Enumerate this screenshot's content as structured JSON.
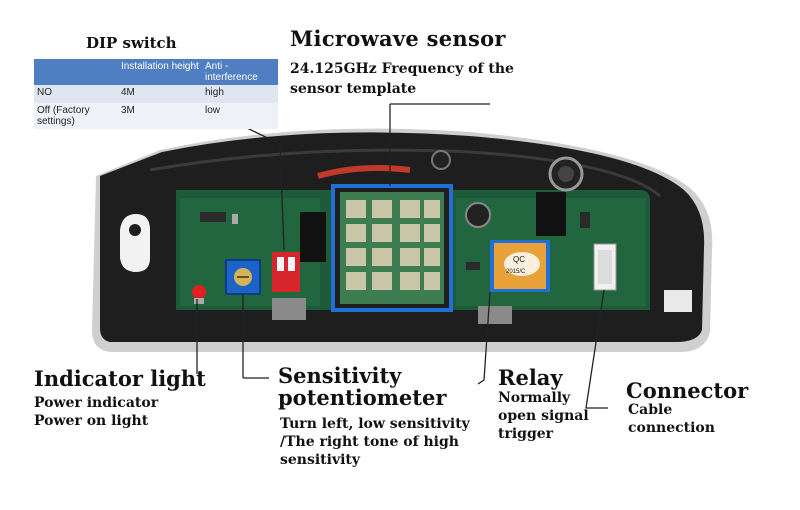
{
  "dip": {
    "title": "DIP switch",
    "headers": [
      "",
      "Installation height",
      "Anti - interference"
    ],
    "rows": [
      [
        "NO",
        "4M",
        "high"
      ],
      [
        "Off (Factory settings)",
        "3M",
        "low"
      ]
    ]
  },
  "microwave": {
    "title": "Microwave sensor",
    "line1": "24.125GHz  Frequency of the",
    "line2": "sensor template"
  },
  "indicator": {
    "title": "Indicator light",
    "line1": "Power indicator",
    "line2": "Power on light"
  },
  "sensitivity": {
    "title1": "Sensitivity",
    "title2": "potentiometer",
    "line1": "Turn left, low sensitivity",
    "line2": "/The right tone of high",
    "line3": "sensitivity"
  },
  "relay": {
    "title": "Relay",
    "line1": "Normally",
    "line2": "open signal",
    "line3": "trigger",
    "marking1": "QC",
    "marking2": "2015/C"
  },
  "connector": {
    "title": "Connector",
    "line1": "Cable",
    "line2": "connection"
  },
  "colors": {
    "callout_blue": "#1f6fd6",
    "board_green": "#1d5a3a",
    "case_black": "#1e1e1e",
    "relay_orange": "#e9a23a"
  }
}
